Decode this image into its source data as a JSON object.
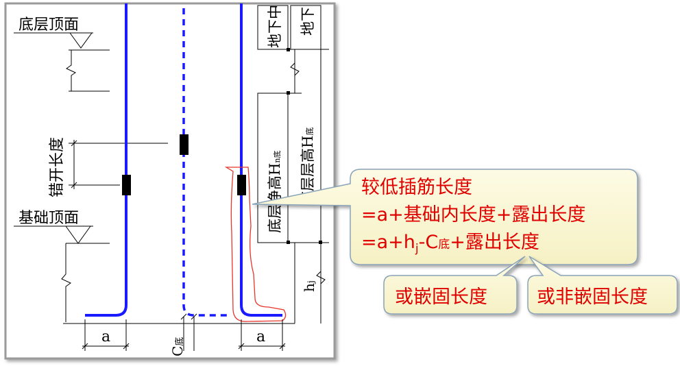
{
  "labels": {
    "bottom_floor_top": "底层顶面",
    "foundation_top": "基础顶面",
    "stagger_length": "错开长度",
    "basement_1": "地下中",
    "basement_2": "地下",
    "clear_height": "底层净高H",
    "clear_height_sub": "n底",
    "floor_height": "底层层高H",
    "floor_height_sub": "底",
    "a_left": "a",
    "a_right": "a",
    "c_label": "C",
    "c_sub": "底",
    "hj_label": "h",
    "hj_sub": "j"
  },
  "callout": {
    "line1": "较低插筋长度",
    "line2": "=a+基础内长度+露出长度",
    "line3_prefix": "=a+h",
    "line3_sub_j": "j",
    "line3_mid": "-C",
    "line3_sub_di": "底",
    "line3_suffix": "+露出长度"
  },
  "options": {
    "embedded": "或嵌固长度",
    "non_embedded": "或非嵌固长度"
  },
  "colors": {
    "rebar": "#1a1aff",
    "callout_fill": "#fbf8d3",
    "callout_border": "#8aa3b8",
    "text_red": "#e00000",
    "highlight": "#e8342a",
    "frame_border": "#9a9a9a"
  }
}
